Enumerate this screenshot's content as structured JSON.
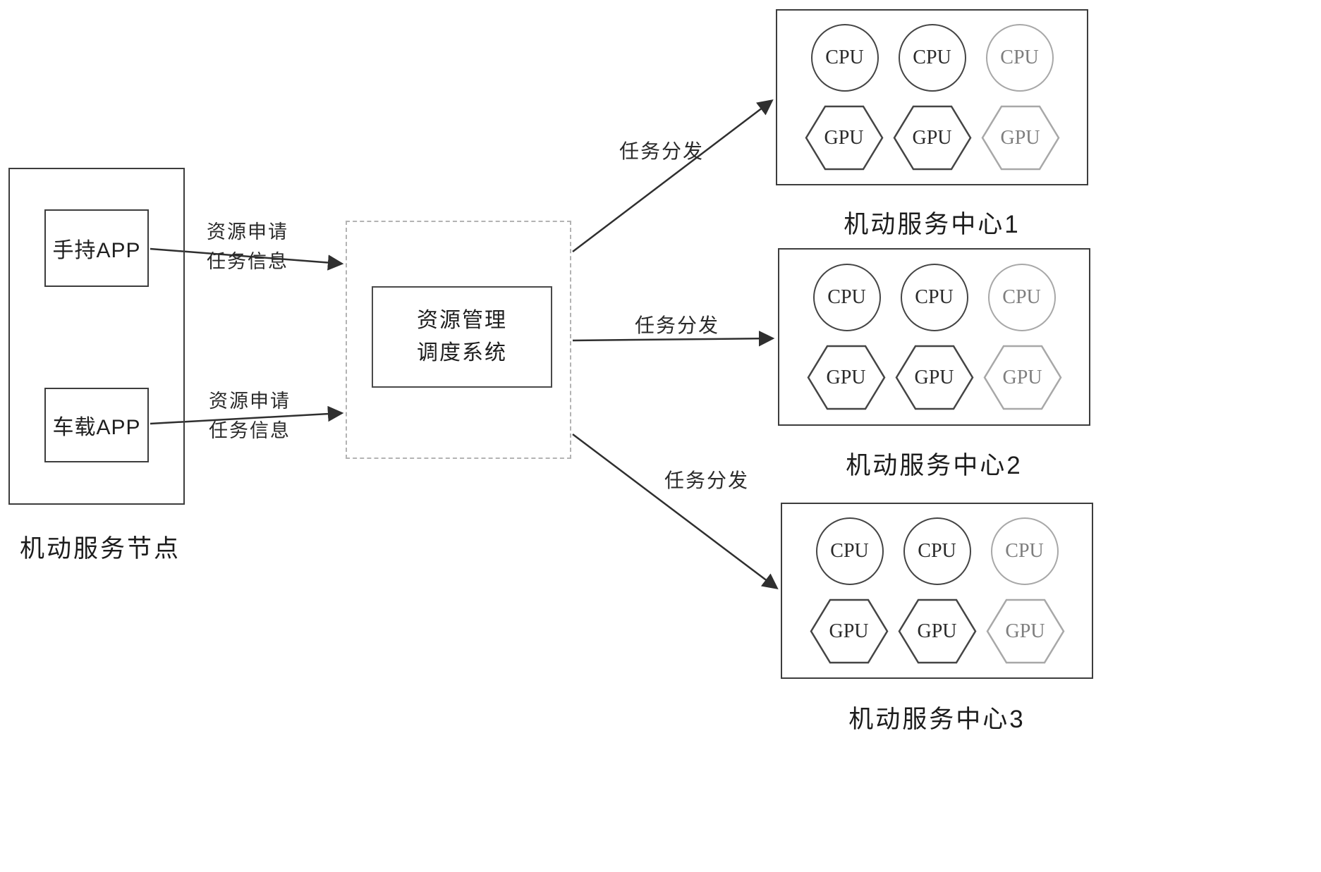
{
  "colors": {
    "line": "#2f2f2f",
    "box_border": "#3d3d3d",
    "muted_border": "#a8a8a8",
    "dashed_border": "#b3b3b3"
  },
  "source_node": {
    "label": "机动服务节点",
    "apps": [
      {
        "label": "手持APP"
      },
      {
        "label": "车载APP"
      }
    ]
  },
  "scheduler": {
    "lines": [
      "资源管理",
      "调度系统"
    ]
  },
  "request_labels": [
    {
      "lines": [
        "资源申请",
        "任务信息"
      ]
    },
    {
      "lines": [
        "资源申请",
        "任务信息"
      ]
    }
  ],
  "dispatch_labels": [
    "任务分发",
    "任务分发",
    "任务分发"
  ],
  "centers": [
    {
      "label": "机动服务中心1",
      "cpus": [
        "CPU",
        "CPU",
        "CPU"
      ],
      "gpus": [
        "GPU",
        "GPU",
        "GPU"
      ]
    },
    {
      "label": "机动服务中心2",
      "cpus": [
        "CPU",
        "CPU",
        "CPU"
      ],
      "gpus": [
        "GPU",
        "GPU",
        "GPU"
      ]
    },
    {
      "label": "机动服务中心3",
      "cpus": [
        "CPU",
        "CPU",
        "CPU"
      ],
      "gpus": [
        "GPU",
        "GPU",
        "GPU"
      ]
    }
  ]
}
